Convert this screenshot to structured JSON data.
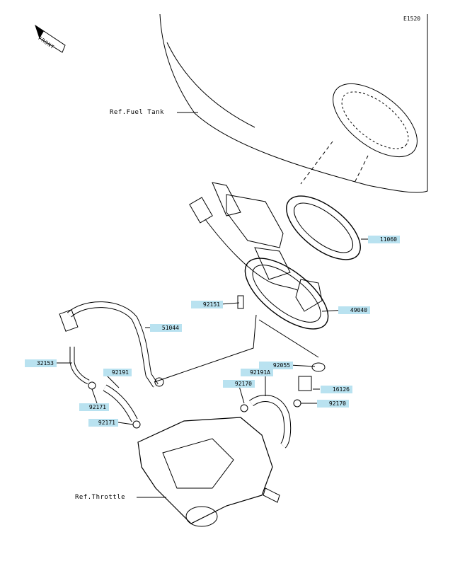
{
  "diagram_id": "E1520",
  "front_label": "FRONT",
  "references": {
    "fuel_tank": "Ref.Fuel Tank",
    "throttle": "Ref.Throttle"
  },
  "parts": [
    {
      "id": "part-11060",
      "code": "11060"
    },
    {
      "id": "part-49040",
      "code": "49040"
    },
    {
      "id": "part-92151",
      "code": "92151"
    },
    {
      "id": "part-51044",
      "code": "51044"
    },
    {
      "id": "part-32153",
      "code": "32153"
    },
    {
      "id": "part-92191",
      "code": "92191"
    },
    {
      "id": "part-92055",
      "code": "92055"
    },
    {
      "id": "part-92191a",
      "code": "92191A"
    },
    {
      "id": "part-92170-left",
      "code": "92170"
    },
    {
      "id": "part-16126",
      "code": "16126"
    },
    {
      "id": "part-92170-right",
      "code": "92170"
    },
    {
      "id": "part-92171-top",
      "code": "92171"
    },
    {
      "id": "part-92171-bottom",
      "code": "92171"
    }
  ],
  "colors": {
    "callout": "#b9e2f0",
    "line": "#000000"
  }
}
